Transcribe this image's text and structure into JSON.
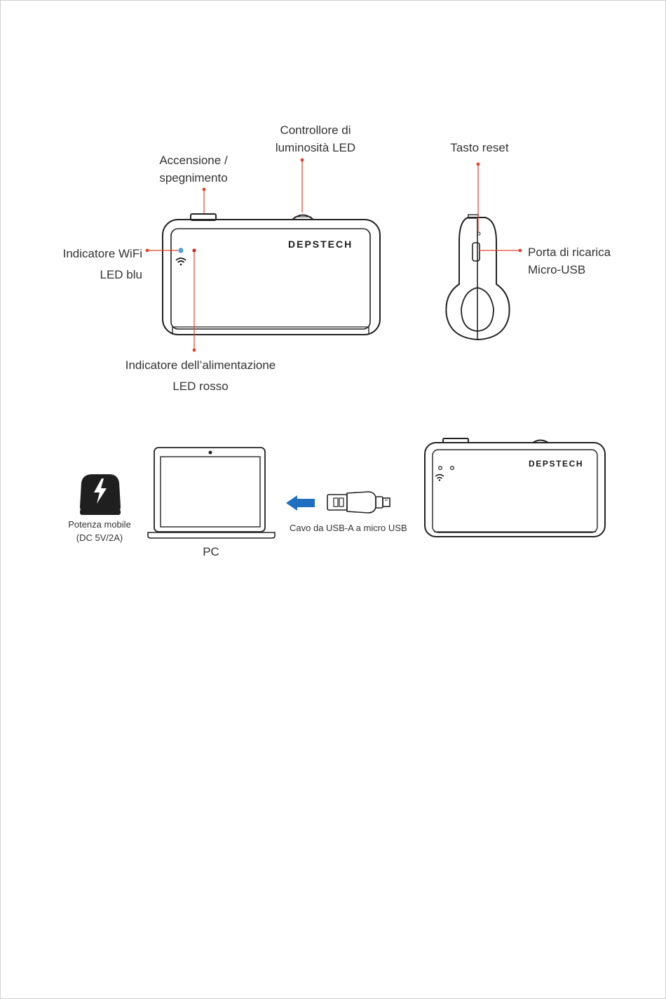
{
  "diagram1": {
    "brightness_label_line1": "Controllore di",
    "brightness_label_line2": "luminosità LED",
    "power_label_line1": "Accensione /",
    "power_label_line2": "spegnimento",
    "reset_label": "Tasto reset",
    "wifi_label_line1": "Indicatore WiFi",
    "wifi_label_line2": "LED blu",
    "charging_label_line1": "Porta di ricarica",
    "charging_label_line2": "Micro-USB",
    "power_led_label_line1": "Indicatore dell’alimentazione",
    "power_led_label_line2": "LED rosso",
    "brand": "DEPSTECH"
  },
  "diagram2": {
    "powerbank_label_line1": "Potenza mobile",
    "powerbank_label_line2": "(DC 5V/2A)",
    "pc_label": "PC",
    "cable_label": "Cavo da USB-A a micro USB",
    "brand": "DEPSTECH"
  },
  "colors": {
    "callout": "#e0452c",
    "arrow": "#1f6fbf",
    "wifi_led": "#5aa6e0",
    "power_led": "#c8281e",
    "line": "#222222"
  }
}
